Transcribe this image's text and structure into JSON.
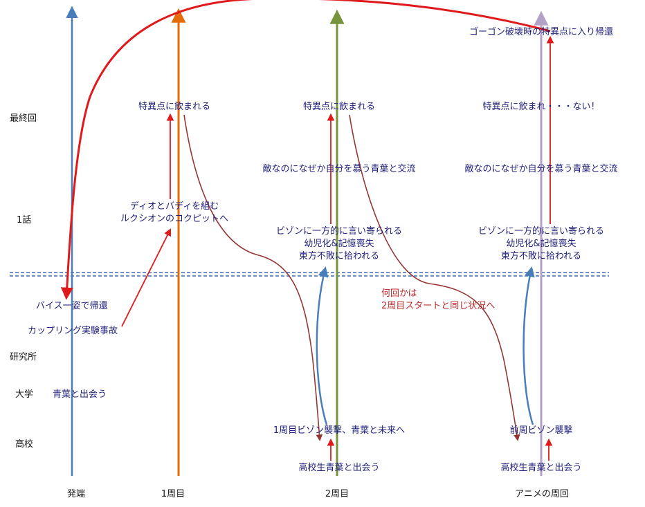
{
  "diagram": {
    "columns": [
      {
        "key": "origin",
        "label": "発端"
      },
      {
        "key": "loop1",
        "label": "1周目"
      },
      {
        "key": "loop2",
        "label": "2周目"
      },
      {
        "key": "anime",
        "label": "アニメの周回"
      }
    ],
    "rows": {
      "final": "最終回",
      "ep1": "1話",
      "lab": "研究所",
      "univ": "大学",
      "highschool": "高校"
    },
    "origin": {
      "return_as_vice": "バイス一姿で帰還",
      "coupling_accident": "カップリング実験事故",
      "meet_seiba": "青葉と出会う"
    },
    "loop1": {
      "swallowed": "特異点に飲まれる",
      "pair_line1": "ディオとバディを組む",
      "pair_line2": "ルクシオンのコクピットへ"
    },
    "loop2": {
      "swallowed": "特異点に飲まれる",
      "exchange": "敵なのになぜか自分を慕う青葉と交流",
      "approached": "ビゾンに一方的に言い寄られる",
      "amnesia": "幼児化&記憶喪失",
      "picked_up": "東方不敗に拾われる",
      "attack": "1周目ビゾン襲撃、青葉と未来へ",
      "meet_hs": "高校生青葉と出会う"
    },
    "anime": {
      "return": "ゴーゴン破壊時の特異点に入り帰還",
      "not_swallowed": "特異点に飲まれ・・・ない！",
      "exchange": "敵なのになぜか自分を慕う青葉と交流",
      "approached": "ビゾンに一方的に言い寄られる",
      "amnesia": "幼児化&記憶喪失",
      "picked_up": "東方不敗に拾われる",
      "attack": "前周ビゾン襲撃",
      "meet_hs": "高校生青葉と出会う"
    },
    "note": {
      "line1": "何回かは",
      "line2": "2周目スタートと同じ状況へ"
    },
    "colors": {
      "origin_axis": "#4a7ebb",
      "loop1_axis": "#e46c0a",
      "loop2_axis": "#77933c",
      "anime_axis": "#b3a2c7",
      "red_arrow": "#e0191b",
      "brown_curve": "#943634",
      "divider": "#6f8fc6"
    }
  }
}
